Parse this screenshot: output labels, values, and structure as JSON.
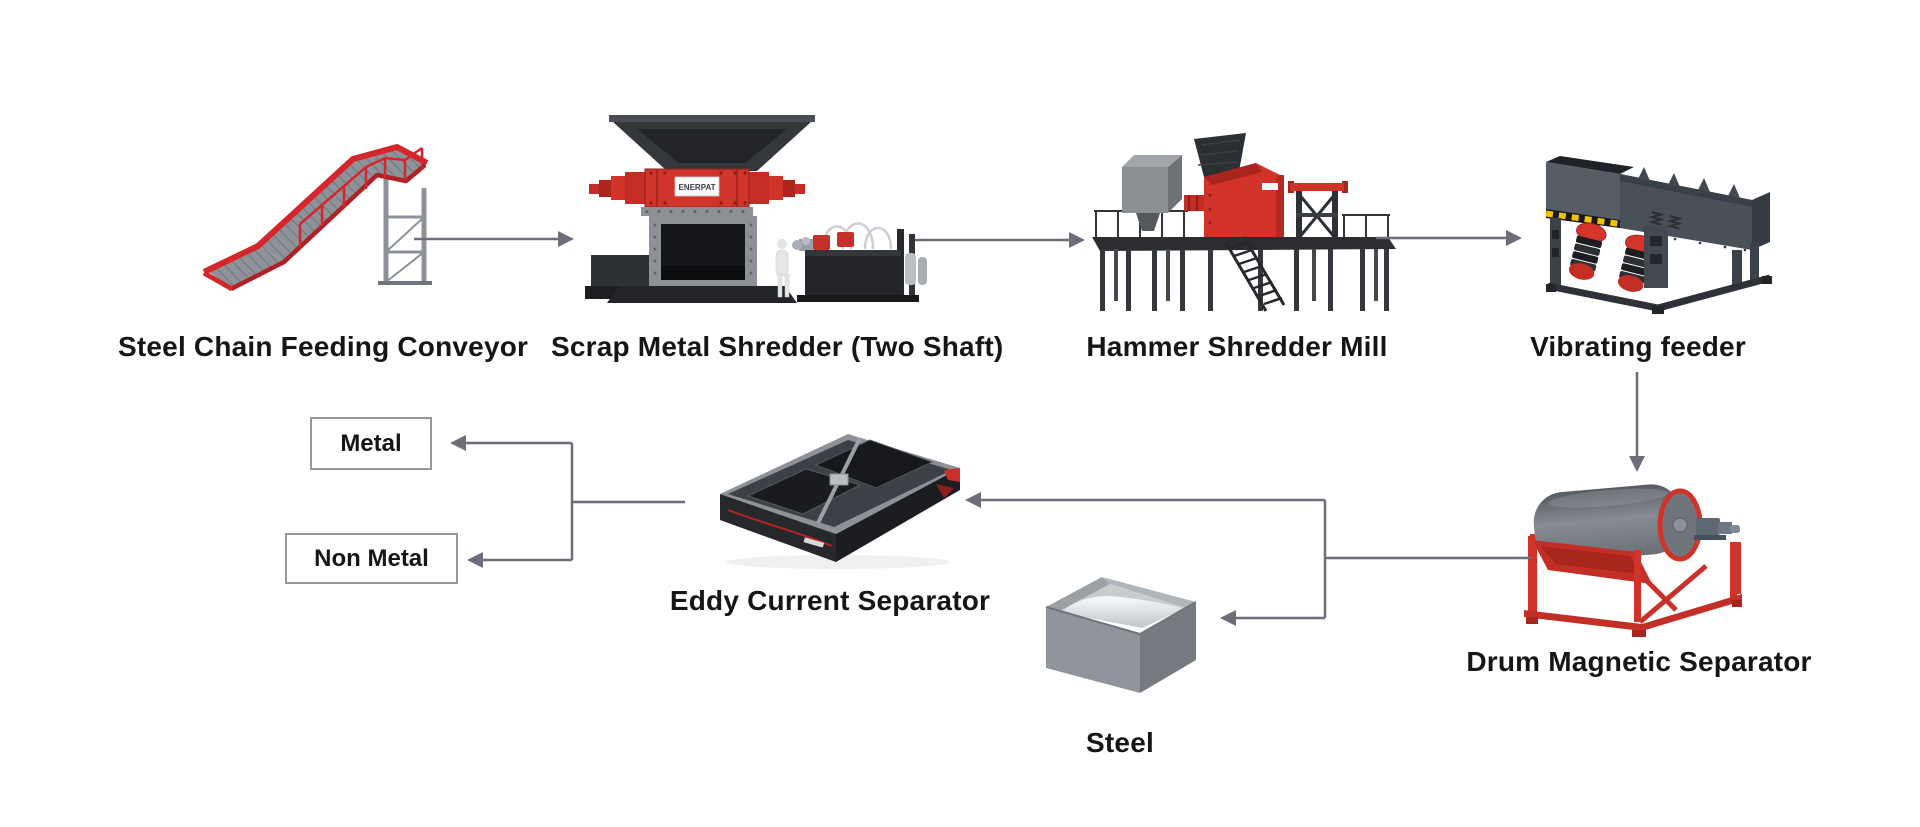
{
  "title": "Metal recycling process flow diagram",
  "colors": {
    "background": "#ffffff",
    "arrow": "#6e6e78",
    "box_border": "#97979d",
    "label_text": "#161616",
    "machine_red": "#d23329",
    "machine_dark": "#2b2d31",
    "machine_gray": "#8d9196",
    "hazard_yellow": "#f3c300"
  },
  "nodes": {
    "conveyor": {
      "label": "Steel Chain Feeding Conveyor"
    },
    "shredder": {
      "label": "Scrap Metal Shredder (Two Shaft)",
      "brand": "ENERPAT"
    },
    "hammer_mill": {
      "label": "Hammer Shredder Mill"
    },
    "vibrating_feeder": {
      "label": "Vibrating feeder"
    },
    "drum_separator": {
      "label": "Drum Magnetic Separator"
    },
    "eddy_separator": {
      "label": "Eddy Current Separator"
    },
    "steel_output": {
      "label": "Steel"
    },
    "metal_output": {
      "label": "Metal"
    },
    "non_metal_output": {
      "label": "Non Metal"
    }
  },
  "connections": [
    {
      "from": "conveyor",
      "to": "shredder"
    },
    {
      "from": "shredder",
      "to": "hammer_mill"
    },
    {
      "from": "hammer_mill",
      "to": "vibrating_feeder"
    },
    {
      "from": "vibrating_feeder",
      "to": "drum_separator"
    },
    {
      "from": "drum_separator",
      "to": "eddy_separator"
    },
    {
      "from": "drum_separator",
      "to": "steel_output"
    },
    {
      "from": "eddy_separator",
      "to": "metal_output"
    },
    {
      "from": "eddy_separator",
      "to": "non_metal_output"
    }
  ]
}
